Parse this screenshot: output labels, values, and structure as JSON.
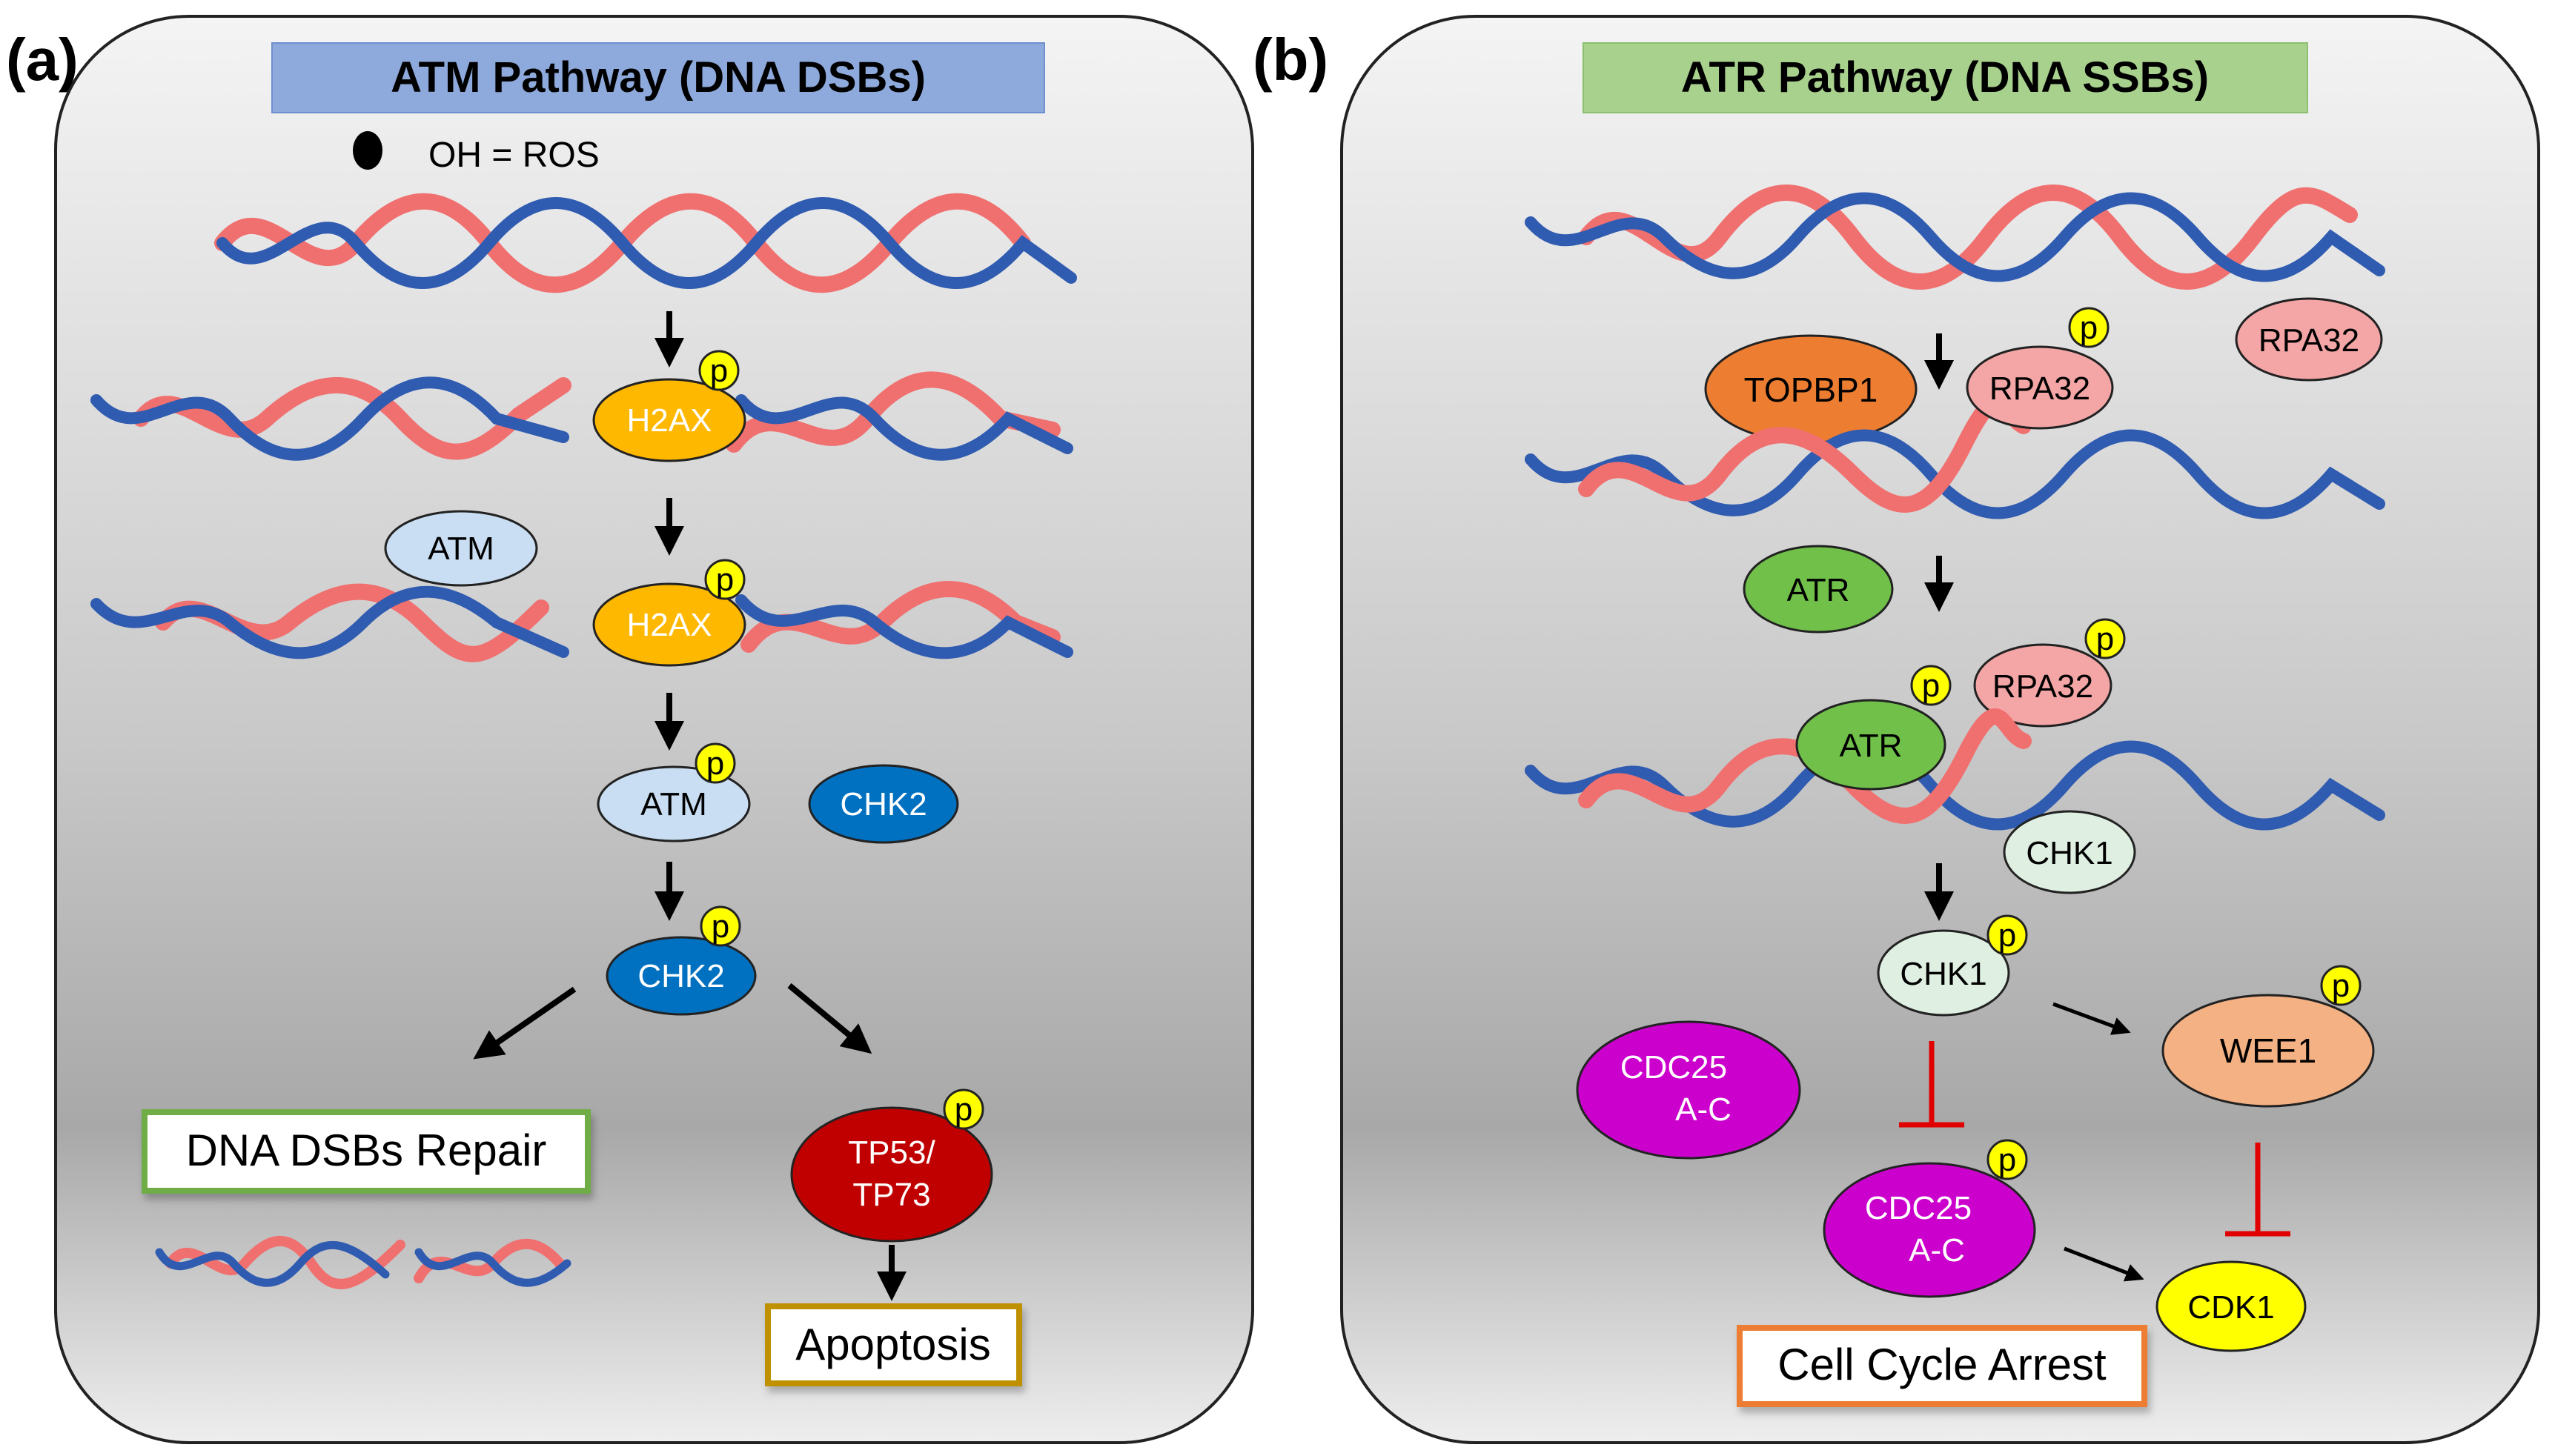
{
  "panel_a": {
    "letter": "(a)",
    "title": "ATM Pathway (DNA DSBs)",
    "ros_legend": "OH = ROS",
    "nodes": {
      "h2ax_1": "H2AX",
      "atm_free": "ATM",
      "h2ax_2": "H2AX",
      "atm_p": "ATM",
      "chk2_free": "CHK2",
      "chk2_p": "CHK2",
      "tp53_line1": "TP53/",
      "tp53_line2": "TP73"
    },
    "outcomes": {
      "repair": "DNA DSBs Repair",
      "apoptosis": "Apoptosis"
    }
  },
  "panel_b": {
    "letter": "(b)",
    "title": "ATR Pathway (DNA SSBs)",
    "nodes": {
      "rpa32_free": "RPA32",
      "topbp1": "TOPBP1",
      "rpa32_p1": "RPA32",
      "atr_free": "ATR",
      "rpa32_p2": "RPA32",
      "atr_p": "ATR",
      "chk1_free": "CHK1",
      "chk1_p": "CHK1",
      "wee1": "WEE1",
      "cdc25_free_line1": "CDC25",
      "cdc25_free_line2": "A-C",
      "cdc25_p_line1": "CDC25",
      "cdc25_p_line2": "A-C",
      "cdk1": "CDK1"
    },
    "outcomes": {
      "arrest": "Cell Cycle Arrest"
    }
  },
  "phospho_label": "p",
  "colors": {
    "panel_gradient_top": "#f2f2f2",
    "panel_gradient_mid": "#a9a9a9",
    "panel_border": "#222222",
    "title_a_fill": "#8ea9db",
    "title_b_fill": "#a9d18e",
    "dna_blue": "#2f5bb0",
    "dna_red": "#f07070",
    "h2ax": "#ffb800",
    "atm": "#c9def2",
    "chk2": "#0070c0",
    "tp53": "#c00000",
    "topbp1": "#ed7d31",
    "rpa32": "#f4a6a6",
    "atr": "#70c04a",
    "chk1": "#dff0e2",
    "wee1": "#f4b183",
    "cdc25": "#cc00cc",
    "cdk1": "#ffff00",
    "phospho": "#ffff00",
    "inhibit": "#e00000",
    "repair_border": "#70ad47",
    "apoptosis_border": "#bf9000",
    "arrest_border": "#ed7d31"
  },
  "icons": [
    "ros-dot-icon",
    "phospho-badge-icon",
    "activation-arrow-icon",
    "inhibition-bar-icon",
    "dna-helix-icon"
  ]
}
